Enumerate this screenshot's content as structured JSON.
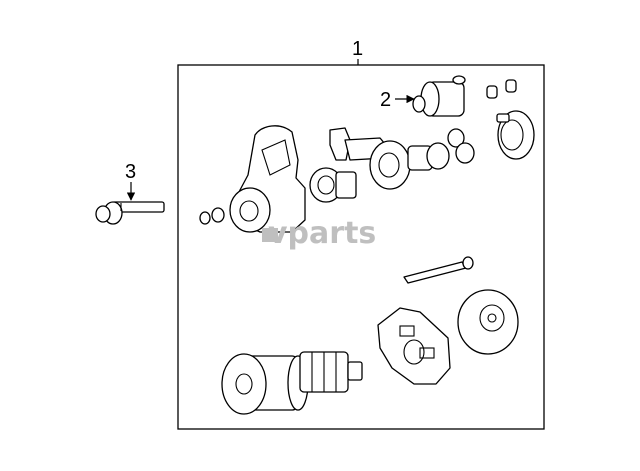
{
  "callouts": [
    {
      "id": "1",
      "label": "1"
    },
    {
      "id": "2",
      "label": "2"
    },
    {
      "id": "3",
      "label": "3"
    }
  ],
  "watermark": {
    "text": "vparts"
  }
}
